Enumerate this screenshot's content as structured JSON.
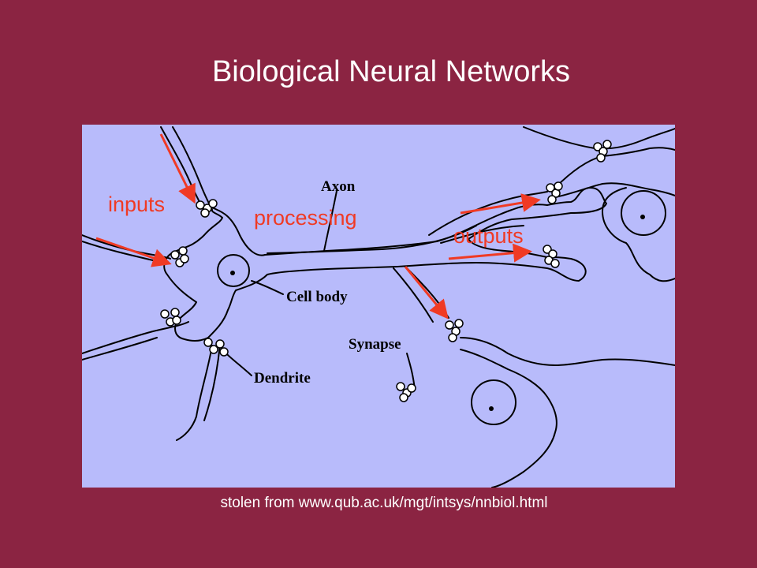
{
  "slide": {
    "title": "Biological Neural Networks",
    "caption": "stolen from www.qub.ac.uk/mgt/intsys/nnbiol.html"
  },
  "diagram": {
    "annotations": {
      "inputs": "inputs",
      "processing": "processing",
      "outputs": "outputs"
    },
    "labels": {
      "axon": "Axon",
      "cell_body": "Cell body",
      "synapse": "Synapse",
      "dendrite": "Dendrite"
    }
  },
  "colors": {
    "background": "#8B2442",
    "figure_background": "#B8BBFB",
    "annotation": "#F03A24",
    "line": "#000000"
  }
}
